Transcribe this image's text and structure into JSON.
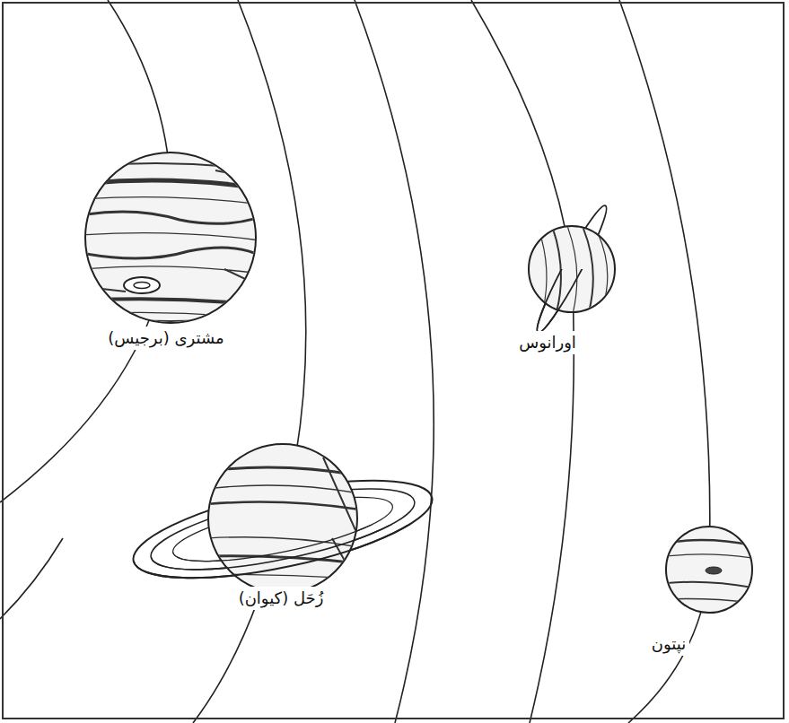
{
  "diagram": {
    "labels": [
      "مشتری (برجیس)",
      "اورانوس",
      "زُحَل (کیوان)",
      "نپتون"
    ]
  }
}
